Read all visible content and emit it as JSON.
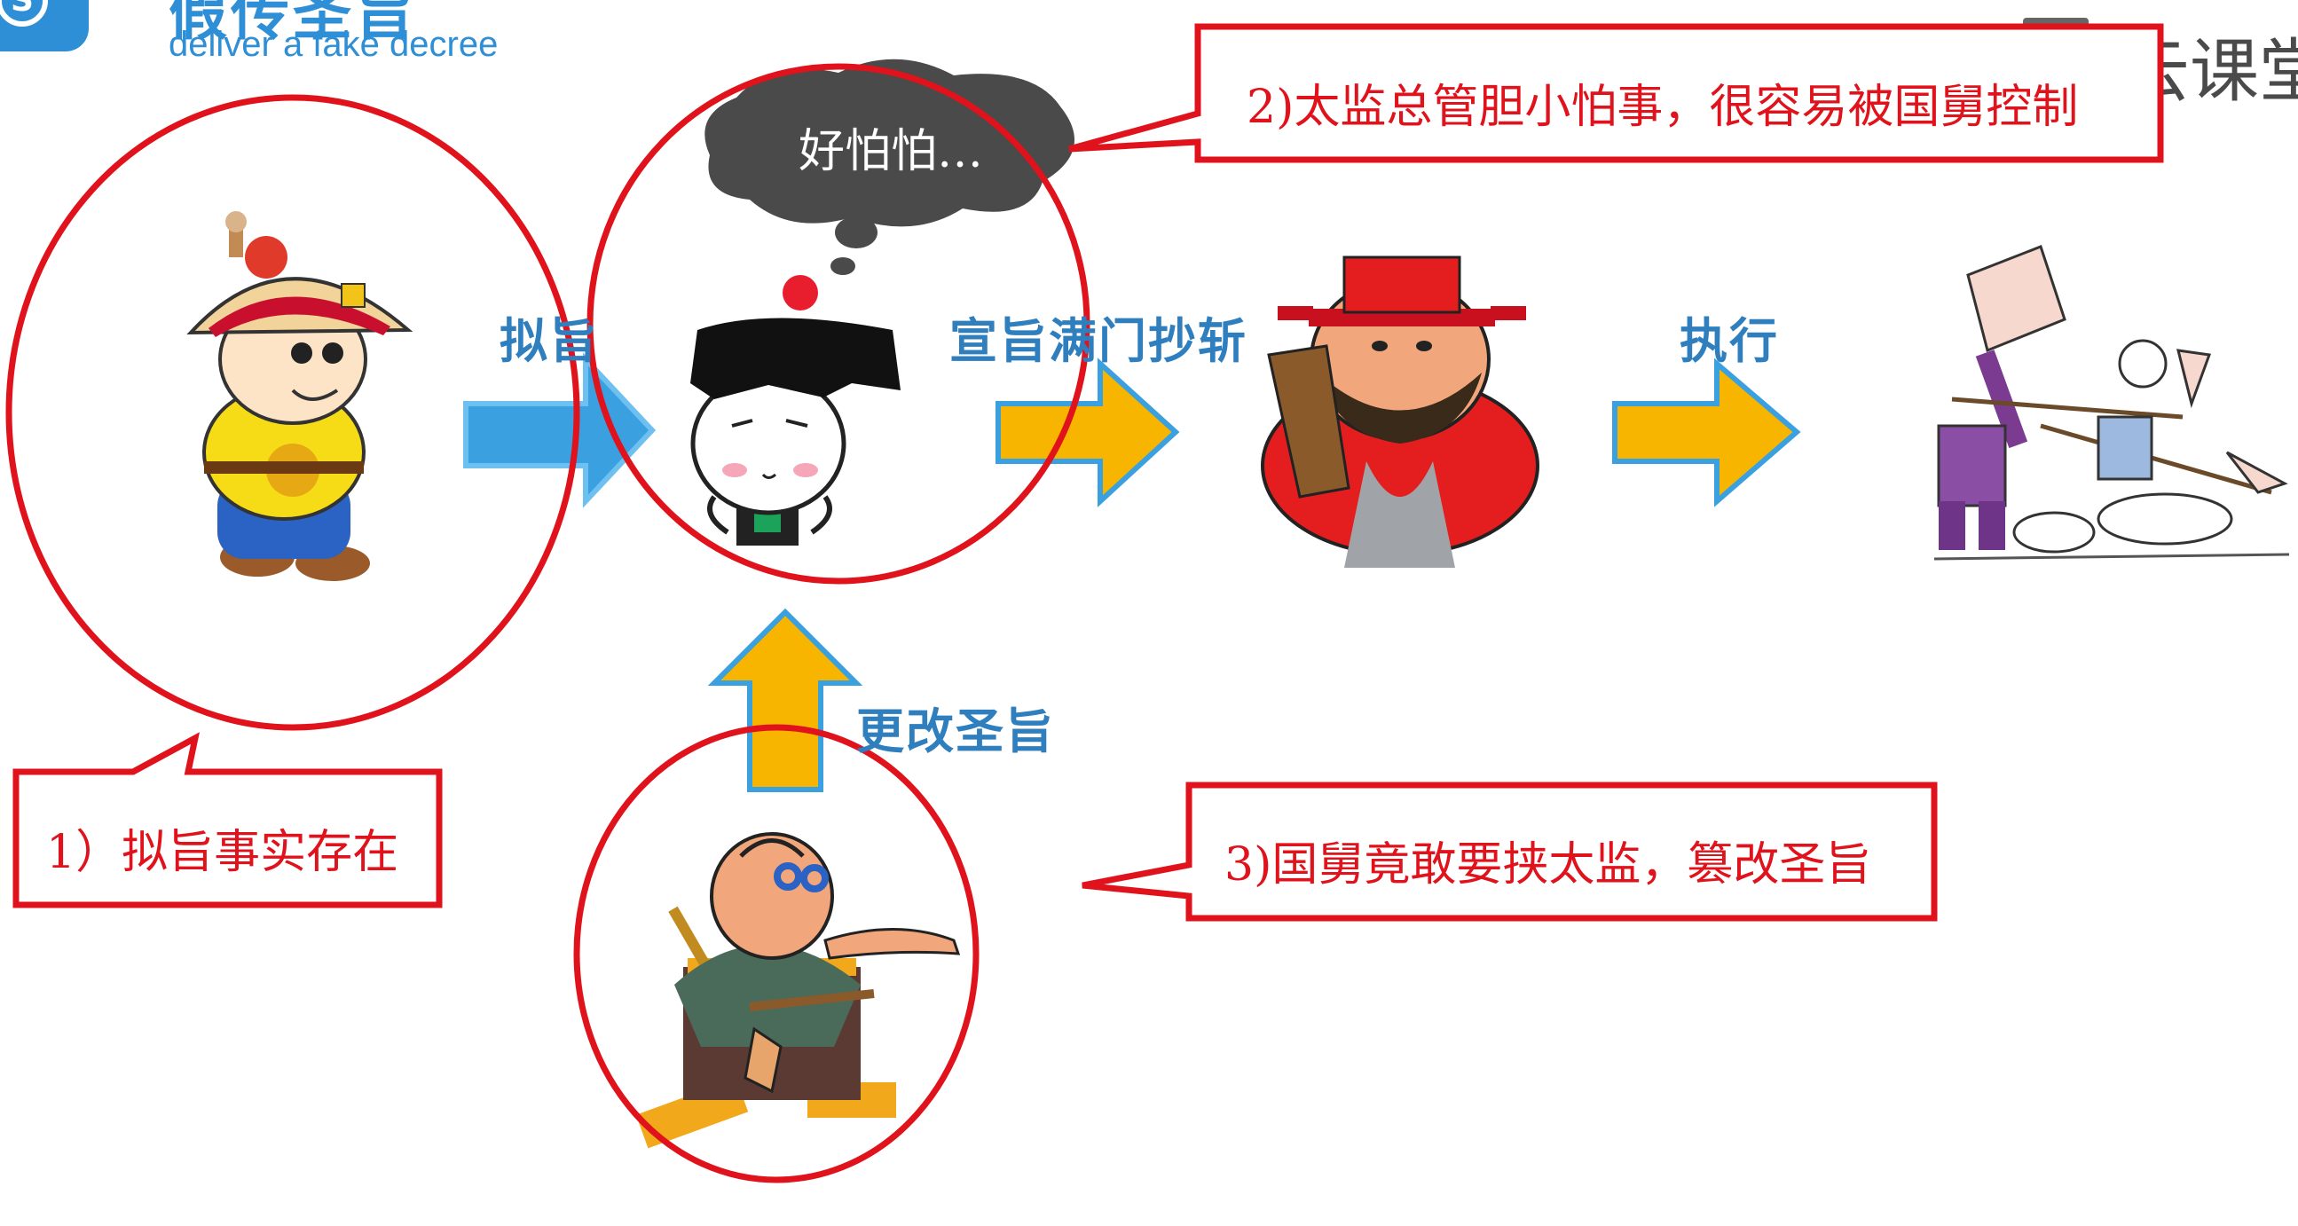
{
  "header": {
    "title": "假传圣旨",
    "subtitle": "deliver a fake decree",
    "logo_letter": "S"
  },
  "watermark": {
    "text": "云课堂"
  },
  "flow": {
    "step1_label": "拟旨",
    "step2_label": "宣旨满门抄斩",
    "step3_label": "执行",
    "step4_label": "更改圣旨"
  },
  "thought_bubble": {
    "text": "好怕怕…"
  },
  "callouts": {
    "c1": "1）拟旨事实存在",
    "c2": "2)太监总管胆小怕事，很容易被国舅控制",
    "c3": "3)国舅竟敢要挟太监，篡改圣旨"
  },
  "colors": {
    "accent_blue": "#2e8fd6",
    "callout_red": "#e0121b",
    "arrow_orange": "#f7b500",
    "arrow_outline": "#3aa0e0",
    "bubble_gray": "#4a4a4a"
  },
  "icons": {
    "emperor": "emperor-character-icon",
    "eunuch": "eunuch-character-icon",
    "official": "red-robed-official-icon",
    "execution": "execution-scene-icon",
    "uncle": "imperial-uncle-character-icon"
  }
}
